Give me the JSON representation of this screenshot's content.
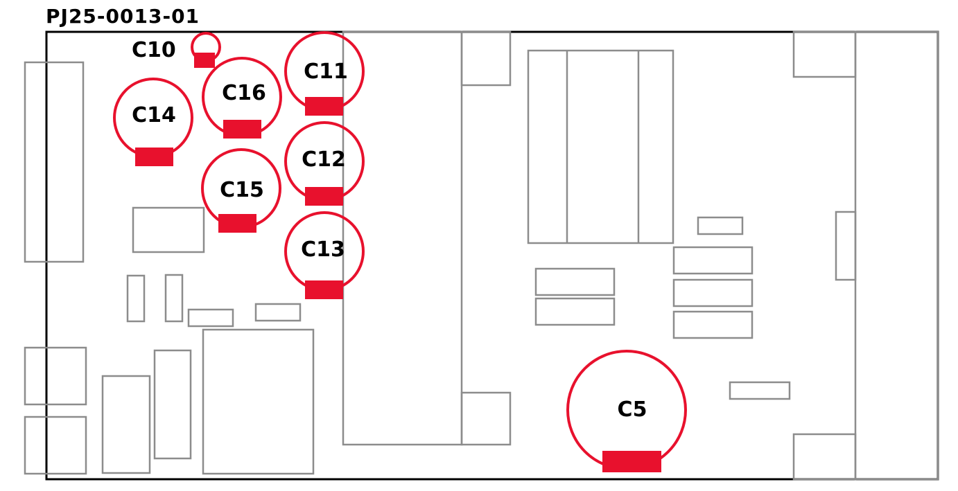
{
  "board": {
    "title": "PJ25-0013-01",
    "highlight_color": "#E8112D",
    "part_outline_color": "#8C8C8C",
    "board_outline_color": "#000000"
  },
  "capacitors": [
    {
      "id": "C10",
      "label": "C10"
    },
    {
      "id": "C11",
      "label": "C11"
    },
    {
      "id": "C12",
      "label": "C12"
    },
    {
      "id": "C13",
      "label": "C13"
    },
    {
      "id": "C14",
      "label": "C14"
    },
    {
      "id": "C15",
      "label": "C15"
    },
    {
      "id": "C16",
      "label": "C16"
    },
    {
      "id": "C5",
      "label": "C5"
    }
  ]
}
